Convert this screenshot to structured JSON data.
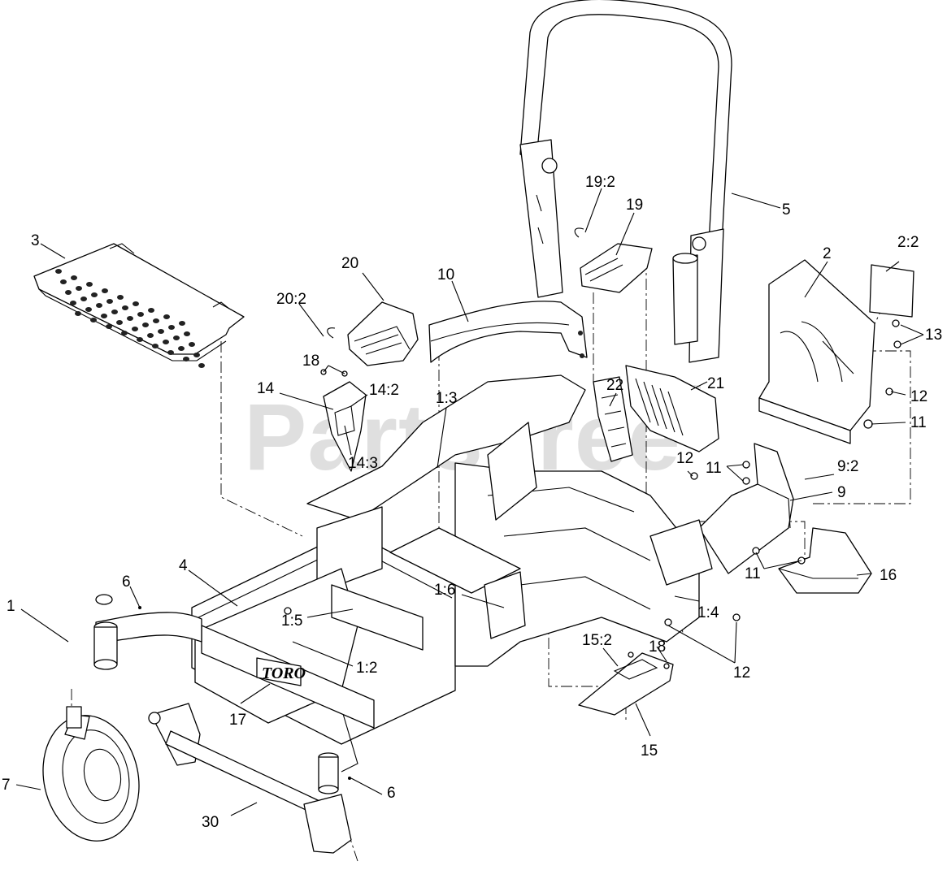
{
  "watermark": {
    "text": "PartsTree",
    "trademark": "™"
  },
  "brand_logo": "TORO",
  "callouts": [
    {
      "id": "c-1",
      "text": "1"
    },
    {
      "id": "c-2",
      "text": "2"
    },
    {
      "id": "c-2-2",
      "text": "2:2"
    },
    {
      "id": "c-3",
      "text": "3"
    },
    {
      "id": "c-4",
      "text": "4"
    },
    {
      "id": "c-5",
      "text": "5"
    },
    {
      "id": "c-6a",
      "text": "6"
    },
    {
      "id": "c-6b",
      "text": "6"
    },
    {
      "id": "c-7",
      "text": "7"
    },
    {
      "id": "c-9",
      "text": "9"
    },
    {
      "id": "c-9-2",
      "text": "9:2"
    },
    {
      "id": "c-10",
      "text": "10"
    },
    {
      "id": "c-11a",
      "text": "11"
    },
    {
      "id": "c-11b",
      "text": "11"
    },
    {
      "id": "c-11c",
      "text": "11"
    },
    {
      "id": "c-12a",
      "text": "12"
    },
    {
      "id": "c-12b",
      "text": "12"
    },
    {
      "id": "c-12c",
      "text": "12"
    },
    {
      "id": "c-13",
      "text": "13"
    },
    {
      "id": "c-14",
      "text": "14"
    },
    {
      "id": "c-14-2",
      "text": "14:2"
    },
    {
      "id": "c-14-3",
      "text": "14:3"
    },
    {
      "id": "c-15",
      "text": "15"
    },
    {
      "id": "c-15-2",
      "text": "15:2"
    },
    {
      "id": "c-16",
      "text": "16"
    },
    {
      "id": "c-17",
      "text": "17"
    },
    {
      "id": "c-18a",
      "text": "18"
    },
    {
      "id": "c-18b",
      "text": "18"
    },
    {
      "id": "c-19",
      "text": "19"
    },
    {
      "id": "c-19-2",
      "text": "19:2"
    },
    {
      "id": "c-20",
      "text": "20"
    },
    {
      "id": "c-20-2",
      "text": "20:2"
    },
    {
      "id": "c-21",
      "text": "21"
    },
    {
      "id": "c-22",
      "text": "22"
    },
    {
      "id": "c-30",
      "text": "30"
    },
    {
      "id": "c-1-2",
      "text": "1:2"
    },
    {
      "id": "c-1-3",
      "text": "1:3"
    },
    {
      "id": "c-1-4",
      "text": "1:4"
    },
    {
      "id": "c-1-5",
      "text": "1:5"
    },
    {
      "id": "c-1-6",
      "text": "1:6"
    }
  ]
}
